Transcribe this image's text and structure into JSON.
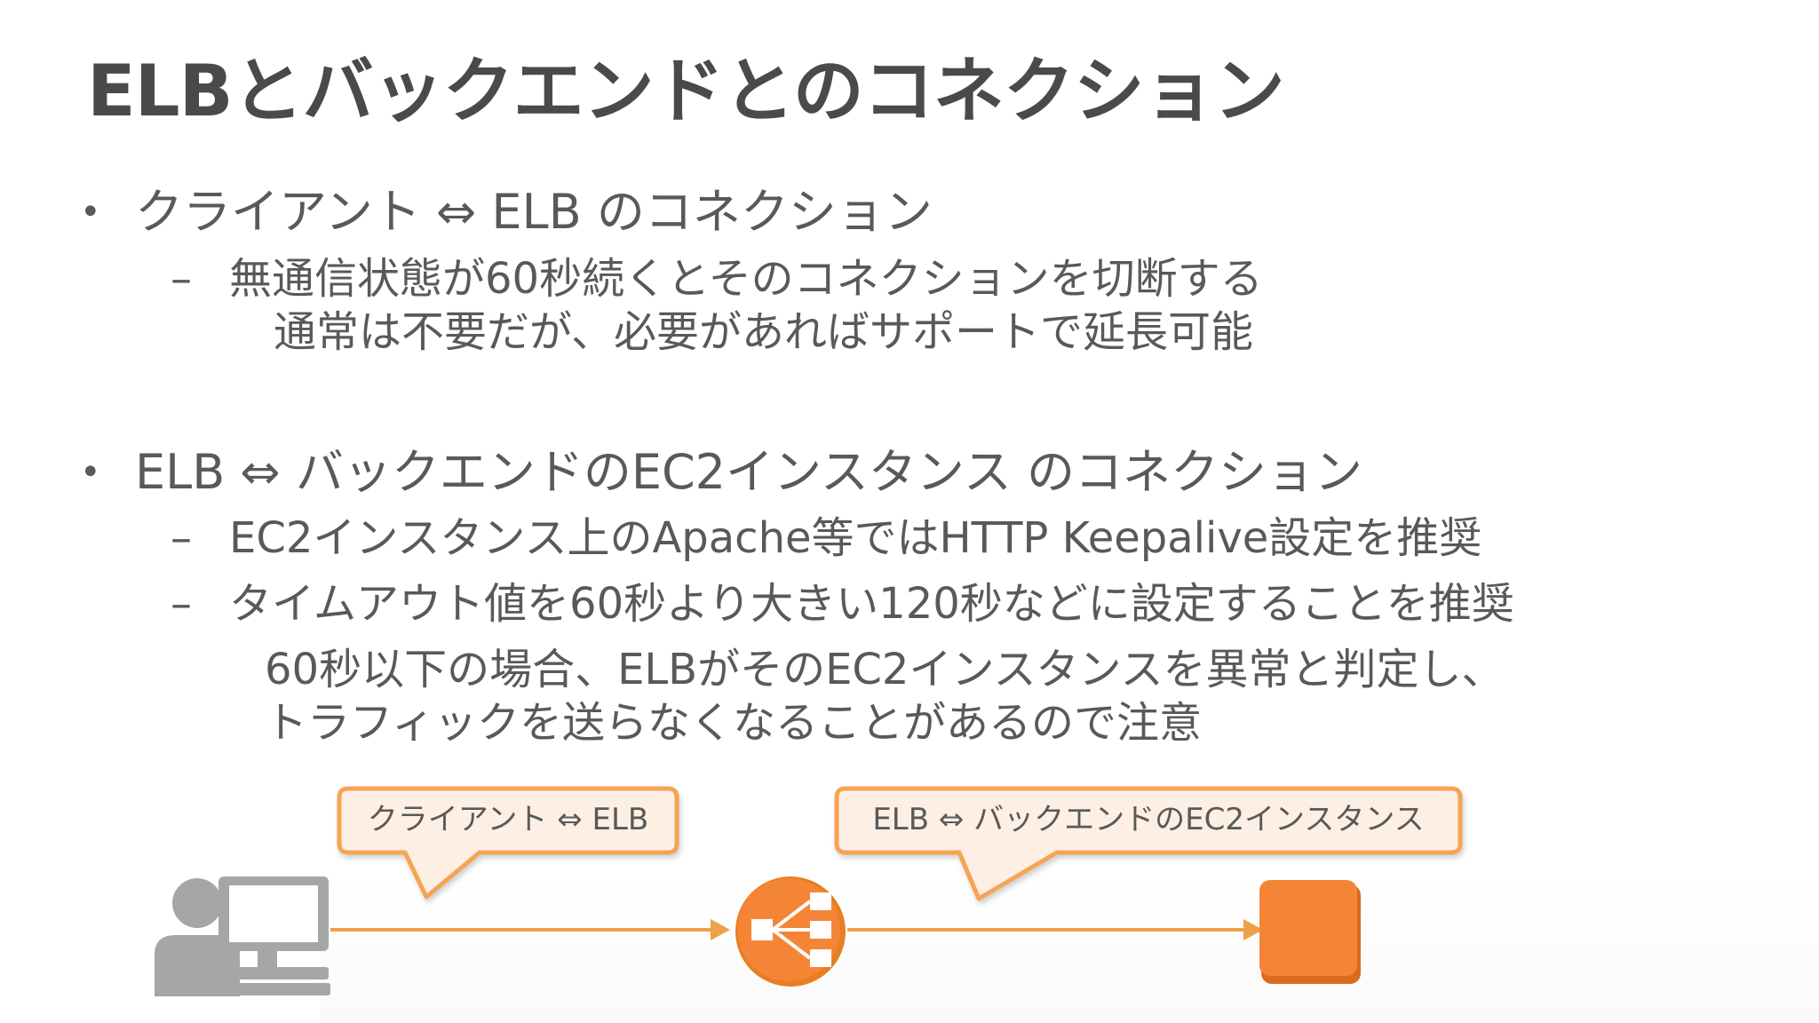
{
  "title": "ELBとバックエンドとのコネクション",
  "bullets": [
    {
      "text": "クライアント ⇔ ELB のコネクション",
      "sub": [
        {
          "text": "無通信状態が60秒続くとそのコネクションを切断する",
          "continuation": [
            "通常は不要だが、必要があればサポートで延長可能"
          ]
        }
      ]
    },
    {
      "text": "ELB ⇔ バックエンドのEC2インスタンス のコネクション",
      "sub": [
        {
          "text": "EC2インスタンス上のApache等ではHTTP Keepalive設定を推奨",
          "continuation": []
        },
        {
          "text": "タイムアウト値を60秒より大きい120秒などに設定することを推奨",
          "continuation": [
            "60秒以下の場合、ELBがそのEC2インスタンスを異常と判定し、",
            "トラフィックを送らなくなることがあるので注意"
          ]
        }
      ]
    }
  ],
  "diagram": {
    "callouts": [
      "クライアント ⇔ ELB",
      "ELB ⇔ バックエンドのEC2インスタンス"
    ],
    "colors": {
      "accent": "#F58536",
      "callout_fill": "#FDEFE3",
      "callout_border": "#F5A455",
      "client_icon": "#A6A6A6",
      "line": "#F0A048"
    },
    "icons": [
      "client-computer-icon",
      "elb-load-balancer-icon",
      "ec2-instance-icon"
    ]
  }
}
